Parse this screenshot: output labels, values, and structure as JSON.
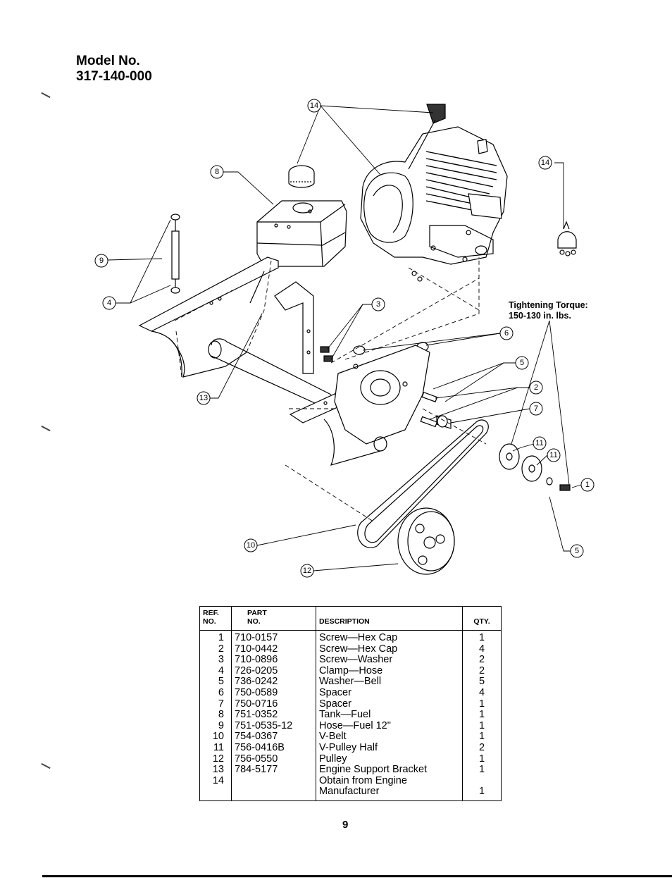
{
  "header": {
    "model_label": "Model No.",
    "model_number": "317-140-000"
  },
  "torque_note": {
    "line1": "Tightening Torque:",
    "line2": "150-130 in. lbs."
  },
  "callouts": [
    "14",
    "8",
    "9",
    "4",
    "3",
    "13",
    "14",
    "6",
    "5",
    "2",
    "7",
    "11",
    "11",
    "1",
    "10",
    "12",
    "5"
  ],
  "table": {
    "headers": {
      "ref_line1": "REF.",
      "ref_line2": "NO.",
      "part_line1": "PART",
      "part_line2": "NO.",
      "description": "DESCRIPTION",
      "qty": "QTY."
    },
    "rows": [
      {
        "ref": "1",
        "part": "710-0157",
        "desc": "Screw—Hex Cap",
        "qty": "1"
      },
      {
        "ref": "2",
        "part": "710-0442",
        "desc": "Screw—Hex Cap",
        "qty": "4"
      },
      {
        "ref": "3",
        "part": "710-0896",
        "desc": "Screw—Washer",
        "qty": "2"
      },
      {
        "ref": "4",
        "part": "726-0205",
        "desc": "Clamp—Hose",
        "qty": "2"
      },
      {
        "ref": "5",
        "part": "736-0242",
        "desc": "Washer—Bell",
        "qty": "5"
      },
      {
        "ref": "6",
        "part": "750-0589",
        "desc": "Spacer",
        "qty": "4"
      },
      {
        "ref": "7",
        "part": "750-0716",
        "desc": "Spacer",
        "qty": "1"
      },
      {
        "ref": "8",
        "part": "751-0352",
        "desc": "Tank—Fuel",
        "qty": "1"
      },
      {
        "ref": "9",
        "part": "751-0535-12",
        "desc": "Hose—Fuel 12\"",
        "qty": "1"
      },
      {
        "ref": "10",
        "part": "754-0367",
        "desc": "V-Belt",
        "qty": "1"
      },
      {
        "ref": "11",
        "part": "756-0416B",
        "desc": "V-Pulley Half",
        "qty": "2"
      },
      {
        "ref": "12",
        "part": "756-0550",
        "desc": "Pulley",
        "qty": "1"
      },
      {
        "ref": "13",
        "part": "784-5177",
        "desc": "Engine Support Bracket",
        "qty": "1"
      },
      {
        "ref": "14",
        "part": "",
        "desc": "Obtain from Engine",
        "qty": ""
      },
      {
        "ref": "",
        "part": "",
        "desc": "Manufacturer",
        "qty": "1"
      }
    ]
  },
  "page_number": "9"
}
